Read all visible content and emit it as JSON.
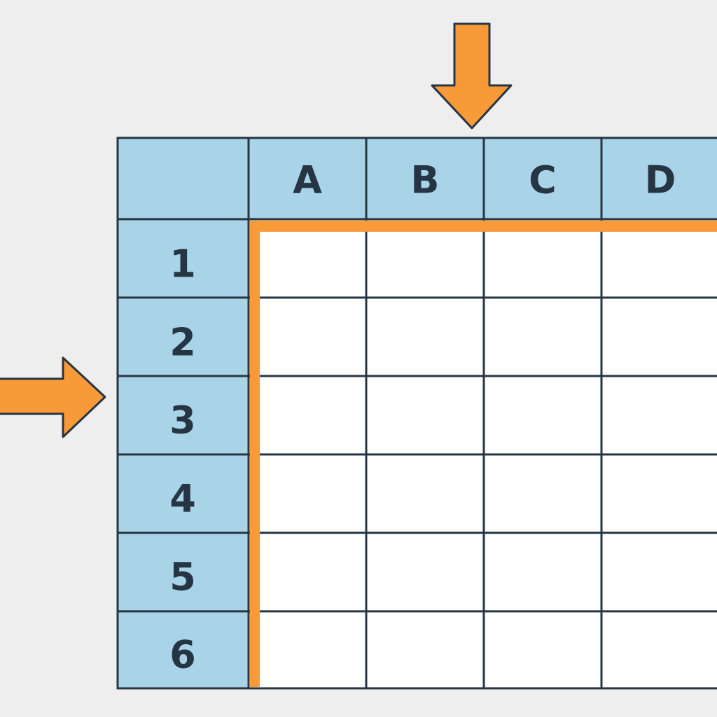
{
  "columns": [
    "A",
    "B",
    "C",
    "D"
  ],
  "rows": [
    "1",
    "2",
    "3",
    "4",
    "5",
    "6"
  ],
  "colors": {
    "background": "#eeeeee",
    "header_fill": "#a9d3e7",
    "cell_fill": "#ffffff",
    "grid_line": "#263544",
    "highlight": "#f99a38"
  },
  "arrows": [
    {
      "name": "column-pointer-arrow-icon",
      "direction": "down"
    },
    {
      "name": "row-pointer-arrow-icon",
      "direction": "right"
    }
  ]
}
